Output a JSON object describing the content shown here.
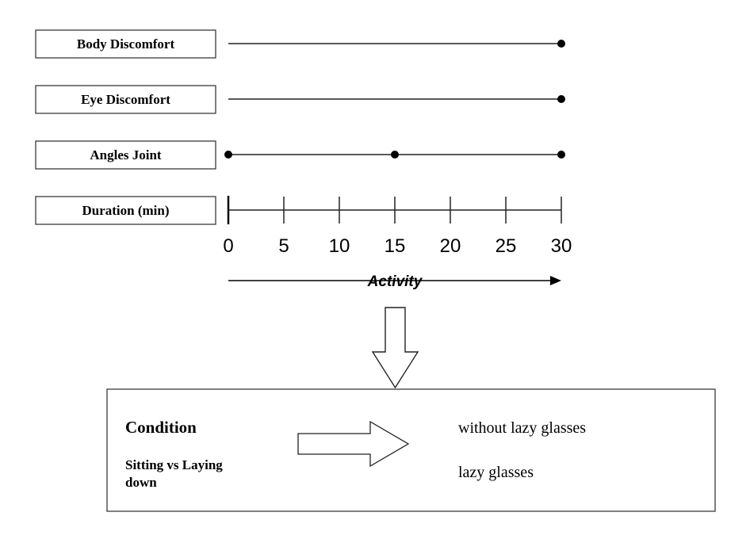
{
  "rows": [
    {
      "label": "Body Discomfort",
      "points": [
        30
      ]
    },
    {
      "label": "Eye Discomfort",
      "points": [
        30
      ]
    },
    {
      "label": "Angles Joint",
      "points": [
        0,
        15,
        30
      ]
    }
  ],
  "duration_axis": {
    "label": "Duration (min)",
    "ticks": [
      "0",
      "5",
      "10",
      "15",
      "20",
      "25",
      "30"
    ],
    "min": 0,
    "max": 30
  },
  "activity_label": "Activity",
  "condition": {
    "title": "Condition",
    "subtitle_line1": "Sitting vs Laying",
    "subtitle_line2": "down",
    "options": [
      "without lazy glasses",
      "lazy glasses"
    ]
  }
}
